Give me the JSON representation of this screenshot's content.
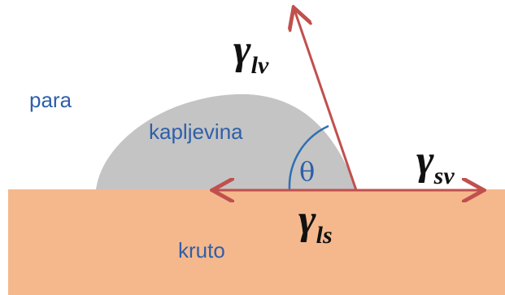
{
  "labels": {
    "vapor": "para",
    "liquid": "kapljevina",
    "solid": "kruto",
    "angle": "θ"
  },
  "tensions": {
    "lv": {
      "symbol": "γ",
      "subscript": "lv"
    },
    "sv": {
      "symbol": "γ",
      "subscript": "sv"
    },
    "ls": {
      "symbol": "γ",
      "subscript": "ls"
    }
  },
  "colors": {
    "solid": "#f5b88c",
    "droplet": "#c4c4c4",
    "arrow": "#c0504d",
    "angle_arc": "#2f6fb5",
    "region_text": "#2f5fa8",
    "gamma_text": "#111111"
  }
}
